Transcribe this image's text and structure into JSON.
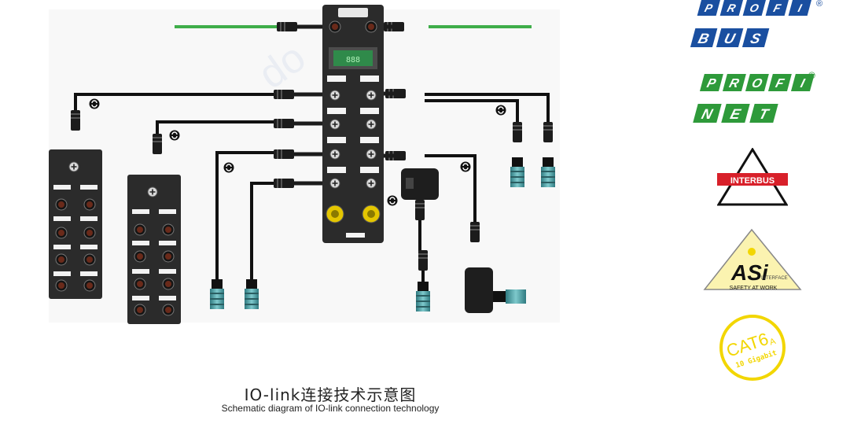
{
  "caption": {
    "title_cn": "IO-link连接技术示意图",
    "title_en": "Schematic diagram of IO-link connection technology"
  },
  "logos": {
    "profibus": {
      "line1": [
        "P",
        "R",
        "O",
        "F",
        "I"
      ],
      "line2": [
        "B",
        "U",
        "S"
      ],
      "color": "#1a4fa0"
    },
    "profinet": {
      "line1": [
        "P",
        "R",
        "O",
        "F",
        "I"
      ],
      "line2": [
        "N",
        "E",
        "T"
      ],
      "color": "#2e9a3a",
      "mark": "®"
    },
    "interbus": {
      "label": "INTERBUS",
      "color": "#d8202a"
    },
    "asi": {
      "label": "ASi",
      "sub": "INTERFACE",
      "tagline": "SAFETY AT WORK",
      "color": "#f2d600"
    },
    "cat6a": {
      "label": "CAT6",
      "suffix": "A",
      "sub": "10 Gigabit",
      "color": "#f2d600"
    }
  },
  "colors": {
    "ethernet_cable": "#3fae4a",
    "cable": "#111111",
    "module_body": "#2b2b2b",
    "connector": "#4a9aa0"
  }
}
